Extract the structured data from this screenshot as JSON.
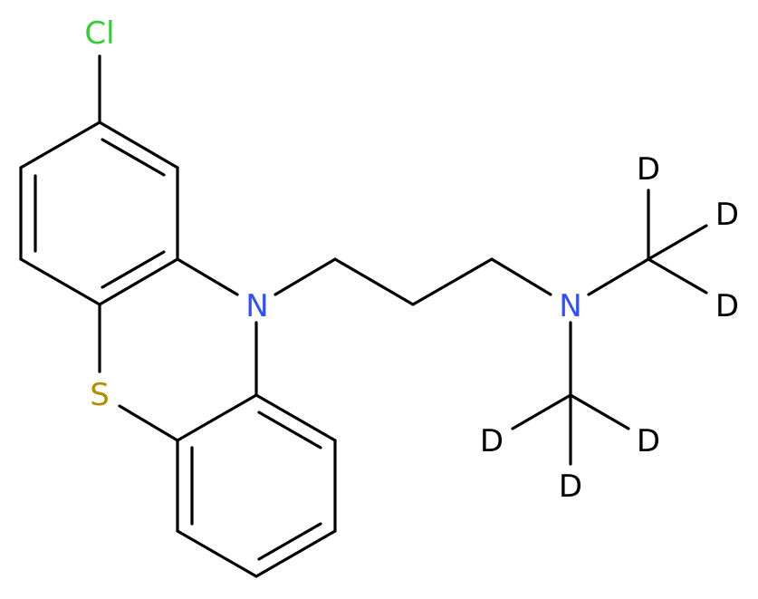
{
  "molecule": {
    "atoms": {
      "cl": {
        "label": "Cl",
        "color": "#33cc33"
      },
      "n_ring": {
        "label": "N",
        "color": "#3050f8"
      },
      "s": {
        "label": "S",
        "color": "#b38f00"
      },
      "n_amine": {
        "label": "N",
        "color": "#3050f8"
      },
      "d1": {
        "label": "D",
        "color": "#000000"
      },
      "d2": {
        "label": "D",
        "color": "#000000"
      },
      "d3": {
        "label": "D",
        "color": "#000000"
      },
      "d4": {
        "label": "D",
        "color": "#000000"
      },
      "d5": {
        "label": "D",
        "color": "#000000"
      },
      "d6": {
        "label": "D",
        "color": "#000000"
      }
    }
  }
}
